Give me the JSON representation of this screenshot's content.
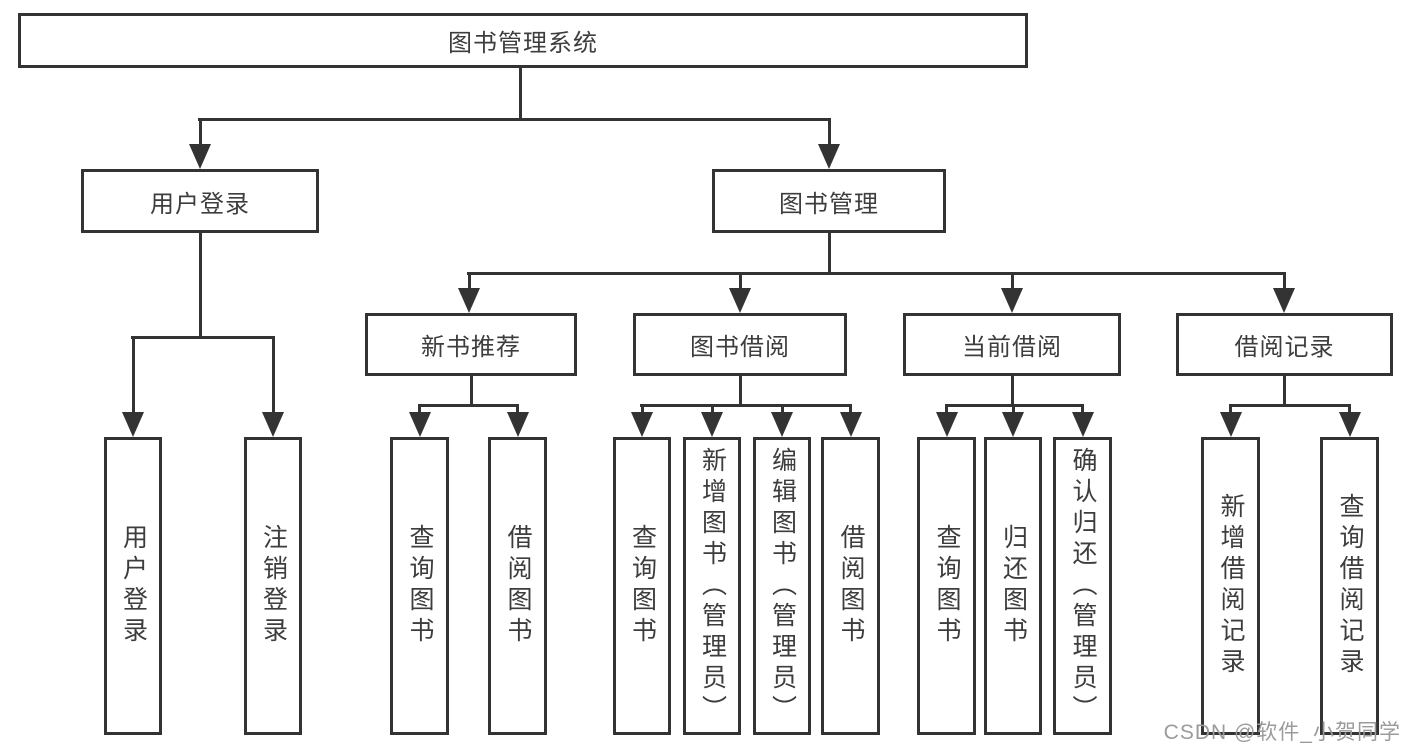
{
  "nodes": {
    "root": "图书管理系统",
    "level2": {
      "user_login": "用户登录",
      "book_management": "图书管理"
    },
    "level3": {
      "new_book_recommend": "新书推荐",
      "book_borrow": "图书借阅",
      "current_borrow": "当前借阅",
      "borrow_records": "借阅记录"
    },
    "leaves": {
      "user_login_1": "用户登录",
      "user_login_2": "注销登录",
      "new_books_1": "查询图书",
      "new_books_2": "借阅图书",
      "book_borrow_1": "查询图书",
      "book_borrow_2": "新增图书（管理员）",
      "book_borrow_3": "编辑图书（管理员）",
      "book_borrow_4": "借阅图书",
      "current_borrow_1": "查询图书",
      "current_borrow_2": "归还图书",
      "current_borrow_3": "确认归还（管理员）",
      "borrow_records_1": "新增借阅记录",
      "borrow_records_2": "查询借阅记录"
    }
  },
  "watermark": "CSDN @软件_小贺同学",
  "colors": {
    "line": "#333333",
    "text": "#3d3d3d",
    "watermark": "#9b9b9b",
    "background": "#ffffff"
  }
}
